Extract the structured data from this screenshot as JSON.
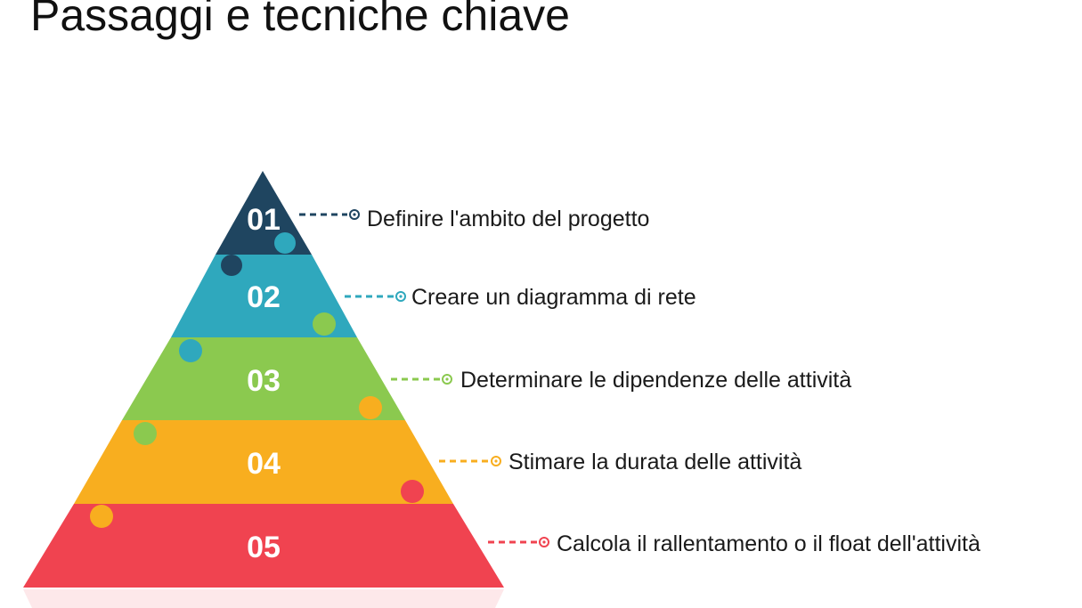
{
  "title": "Passaggi e tecniche chiave",
  "steps": [
    {
      "number": "01",
      "label": "Definire l'ambito del progetto",
      "color": "#1f4560"
    },
    {
      "number": "02",
      "label": "Creare un diagramma di rete",
      "color": "#2fa8bd"
    },
    {
      "number": "03",
      "label": "Determinare le dipendenze delle attività",
      "color": "#8bc94f"
    },
    {
      "number": "04",
      "label": "Stimare la durata delle attività",
      "color": "#f8ae1f"
    },
    {
      "number": "05",
      "label": "Calcola il rallentamento o il float dell'attività",
      "color": "#f04350"
    }
  ]
}
